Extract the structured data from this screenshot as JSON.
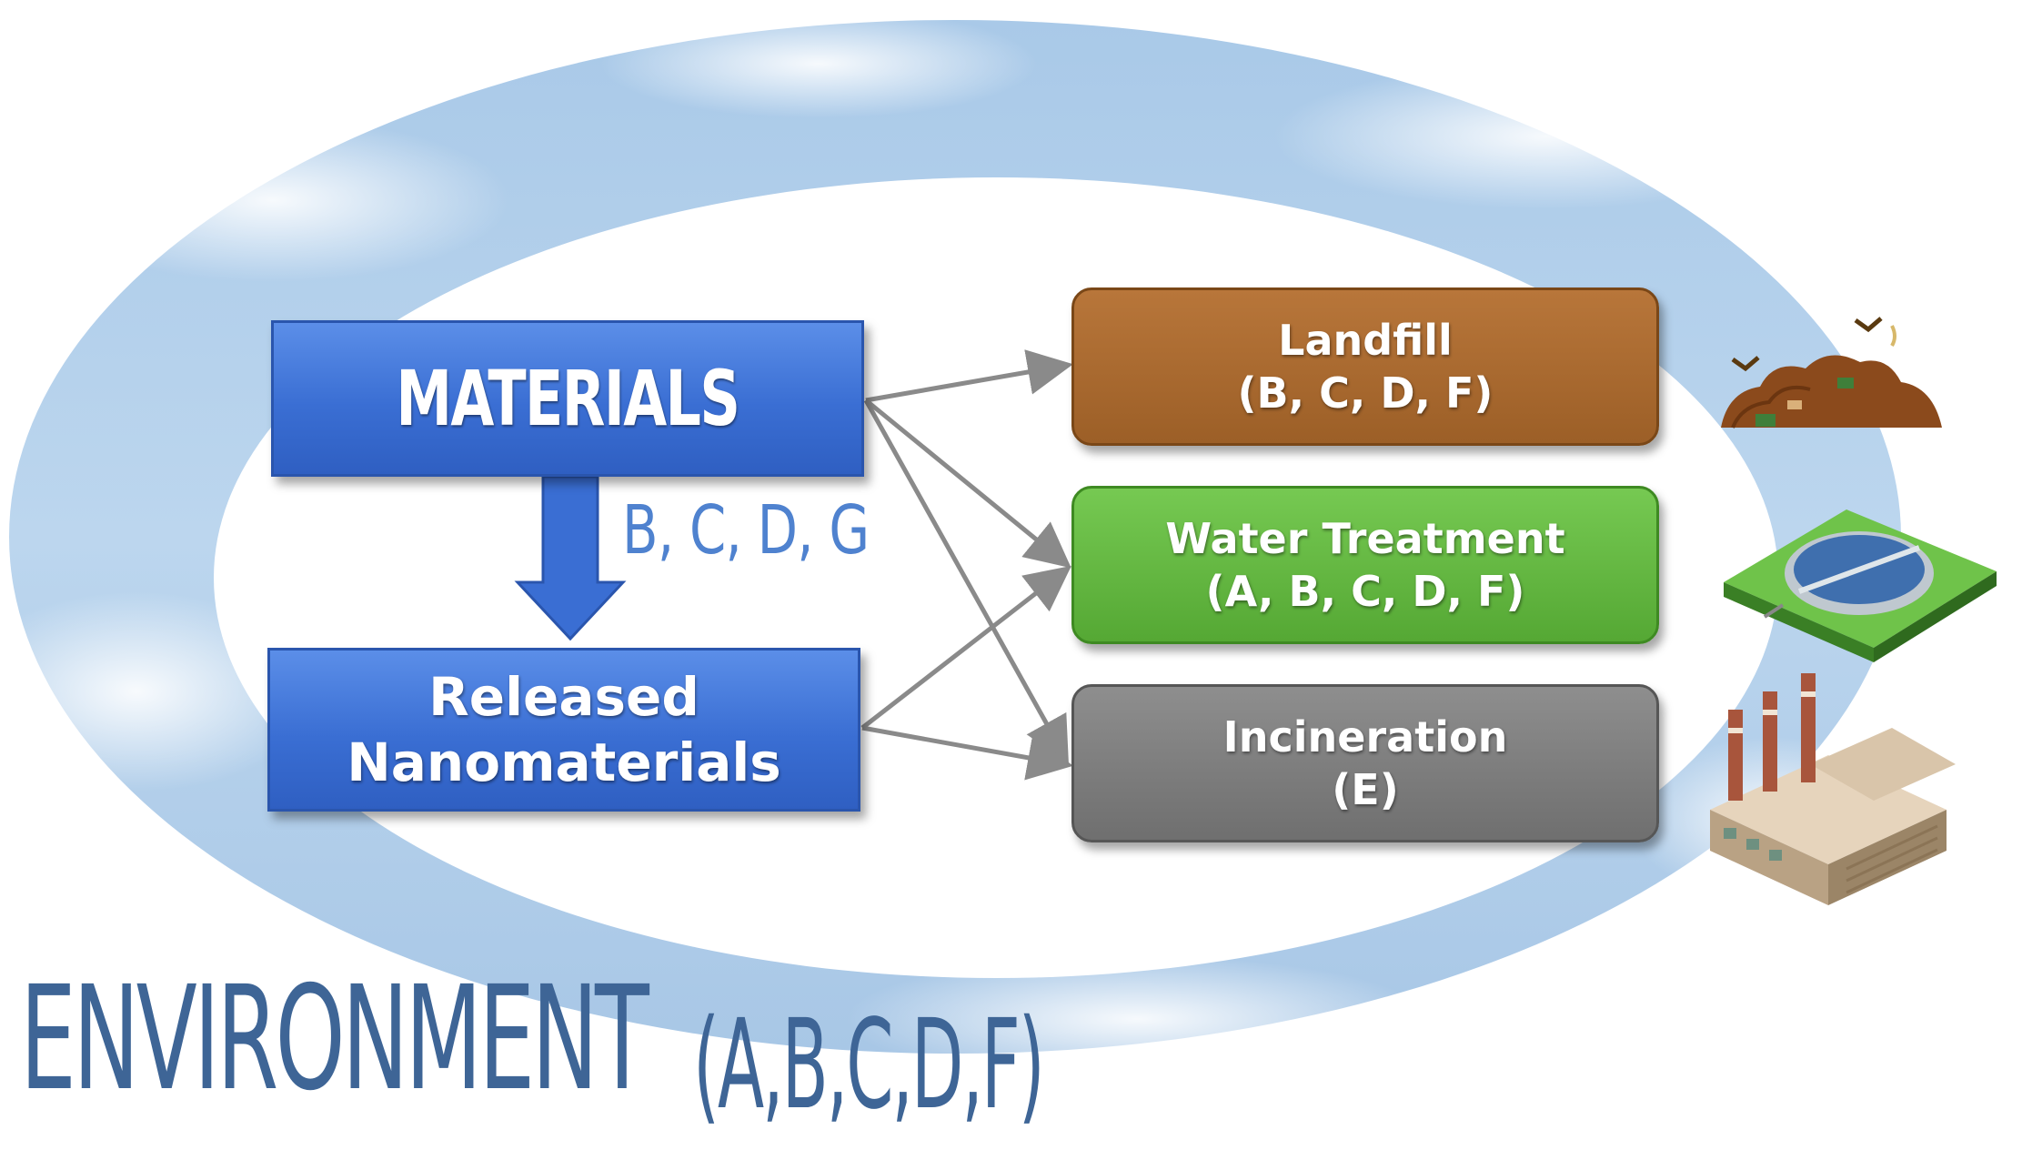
{
  "source": {
    "title": "MATERIALS",
    "released_line1": "Released",
    "released_line2": "Nanomaterials",
    "release_codes": "B, C, D, G"
  },
  "destinations": [
    {
      "name": "Landfill",
      "codes": "(B, C, D, F)",
      "color": "#a8682f",
      "icon": "landfill-icon"
    },
    {
      "name": "Water Treatment",
      "codes": "(A, B, C, D, F)",
      "color": "#62b43f",
      "icon": "water-treatment-plant-icon"
    },
    {
      "name": "Incineration",
      "codes": "(E)",
      "color": "#7c7c7c",
      "icon": "factory-icon"
    }
  ],
  "environment": {
    "label": "ENVIRONMENT",
    "codes": "(A,B,C,D,F)"
  },
  "colors": {
    "material_box": "#3a6ed3",
    "environment_text": "#3e6596",
    "arrow": "#8a8a8a"
  }
}
